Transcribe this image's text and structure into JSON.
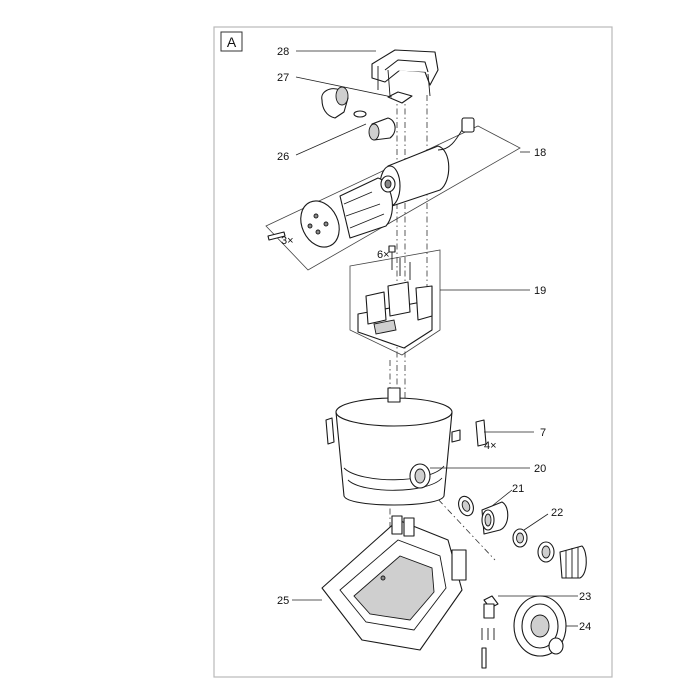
{
  "sheet": {
    "letter": "A"
  },
  "callouts": {
    "p28": "28",
    "p27": "27",
    "p26": "26",
    "p18": "18",
    "p19": "19",
    "p7": "7",
    "p20": "20",
    "p21": "21",
    "p22": "22",
    "p23": "23",
    "p24": "24",
    "p25": "25"
  },
  "quantities": {
    "screws_3": "3×",
    "screws_6": "6×",
    "clips_4": "4×"
  }
}
